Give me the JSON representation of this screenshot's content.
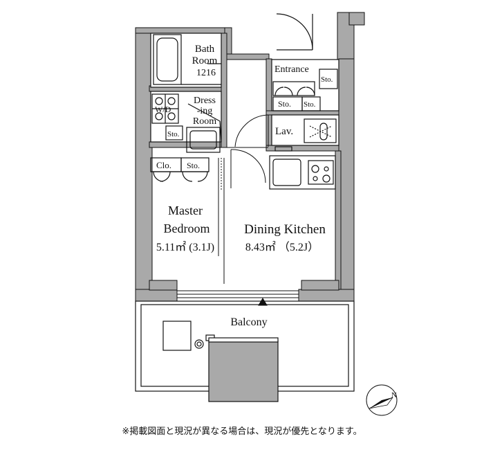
{
  "rooms": {
    "bath_line1": "Bath",
    "bath_line2": "Room",
    "bath_line3": "1216",
    "dressing_line1": "Dress",
    "dressing_line2": "-ing",
    "dressing_line3": "Room",
    "wd": "W/D",
    "entrance": "Entrance",
    "lav": "Lav.",
    "clo": "Clo.",
    "bedroom_line1": "Master",
    "bedroom_line2": "Bedroom",
    "bedroom_area": "5.11㎡ (3.1J)",
    "dining_kitchen": "Dining Kitchen",
    "dining_area": "8.43㎡ （5.2J）",
    "balcony": "Balcony"
  },
  "storage": {
    "sto_entrance": "Sto.",
    "sto_entrance_a": "Sto.",
    "sto_entrance_b": "Sto.",
    "sto_dressing": "Sto.",
    "sto_bedroom": "Sto."
  },
  "compass": {
    "north": "N"
  },
  "note": "※掲載図面と現況が異なる場合は、現況が優先となります。",
  "colors": {
    "wall": "#a9a9a9",
    "line": "#111111",
    "bg": "#ffffff"
  }
}
